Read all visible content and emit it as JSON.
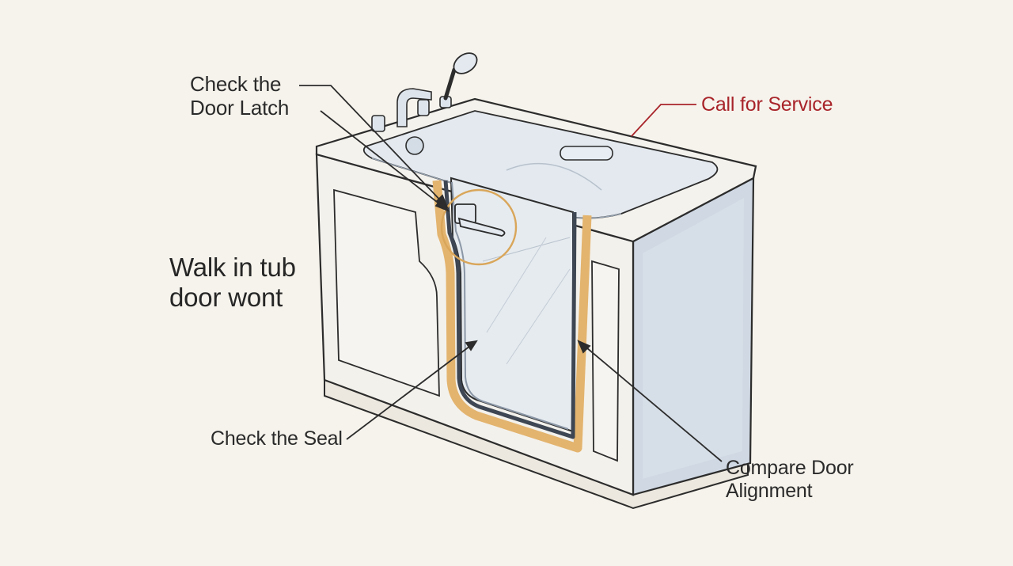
{
  "title": "Walk in tub\ndoor wont",
  "callouts": {
    "door_latch": "Check the\nDoor Latch",
    "service": "Call for Service",
    "seal": "Check the Seal",
    "alignment": "Compare Door\nAlignment"
  },
  "colors": {
    "background": "#f6f3ec",
    "seal_highlight": "#e3b46e",
    "service_text": "#a8242a",
    "outline": "#2c2c2c"
  }
}
